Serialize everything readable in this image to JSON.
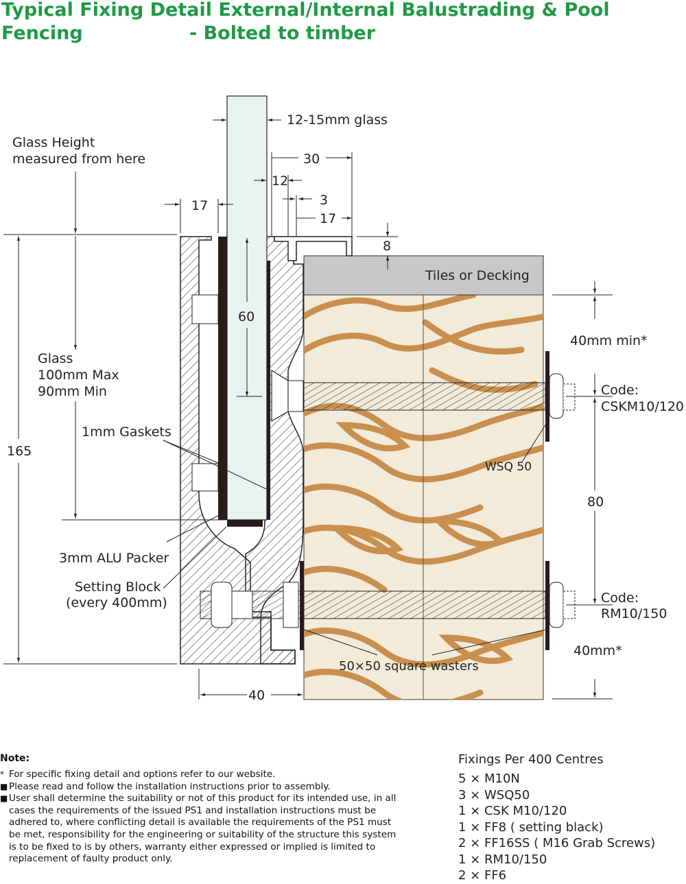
{
  "title": {
    "line1": "Typical Fixing Detail External/Internal Balustrading & Pool Fencing",
    "line2": "- Bolted to timber"
  },
  "labels": {
    "glass_thickness": "12-15mm glass",
    "glass_height_1": "Glass Height",
    "glass_height_2": "measured from here",
    "d30": "30",
    "d12": "12",
    "d17_left": "17",
    "d3": "3",
    "d17_right": "17",
    "d8": "8",
    "tiles": "Tiles or Decking",
    "d60": "60",
    "glass_1": "Glass",
    "glass_2": "100mm Max",
    "glass_3": "90mm Min",
    "min40": "40mm min*",
    "code1_a": "Code:",
    "code1_b": "CSKM10/120",
    "d165": "165",
    "gaskets": "1mm Gaskets",
    "wsq": "WSQ 50",
    "d80": "80",
    "packer": "3mm ALU Packer",
    "setting_1": "Setting Block",
    "setting_2": "(every 400mm)",
    "code2_a": "Code:",
    "code2_b": "RM10/150",
    "washers": "50×50 square wasters",
    "mm40": "40mm*",
    "d40": "40"
  },
  "notes": {
    "heading": "Note:",
    "items": [
      {
        "marker": "*",
        "text": "For specific fixing detail and options refer to our website."
      },
      {
        "marker": "■",
        "text": "Please read and follow the installation instructions prior to assembly."
      },
      {
        "marker": "■",
        "text": "User shall determine the suitability or not of this product for its intended use, in all cases the requirements of the issued PS1 and installation instructions must be adhered to, where conflicting detail is available the requirements of the PS1 must be met, responsibility for the engineering or suitability of the structure this system is to be fixed to is by others, warranty either expressed or implied is limited to replacement of faulty product only."
      }
    ]
  },
  "fixings": {
    "title": "Fixings Per 400 Centres",
    "items": [
      "5 × M10N",
      "3 × WSQ50",
      "1 × CSK M10/120",
      "1 × FF8 ( setting black)",
      "2 × FF16SS ( M16 Grab Screws)",
      "1 × RM10/150",
      "2 × FF6"
    ]
  },
  "colors": {
    "title": "#1f9a45",
    "timber_bg": "#f3ebd9",
    "grain": "#c98f4f",
    "decking": "#c8c8c8",
    "glass": "#e8f3f0",
    "gasket": "#2a1b18"
  }
}
